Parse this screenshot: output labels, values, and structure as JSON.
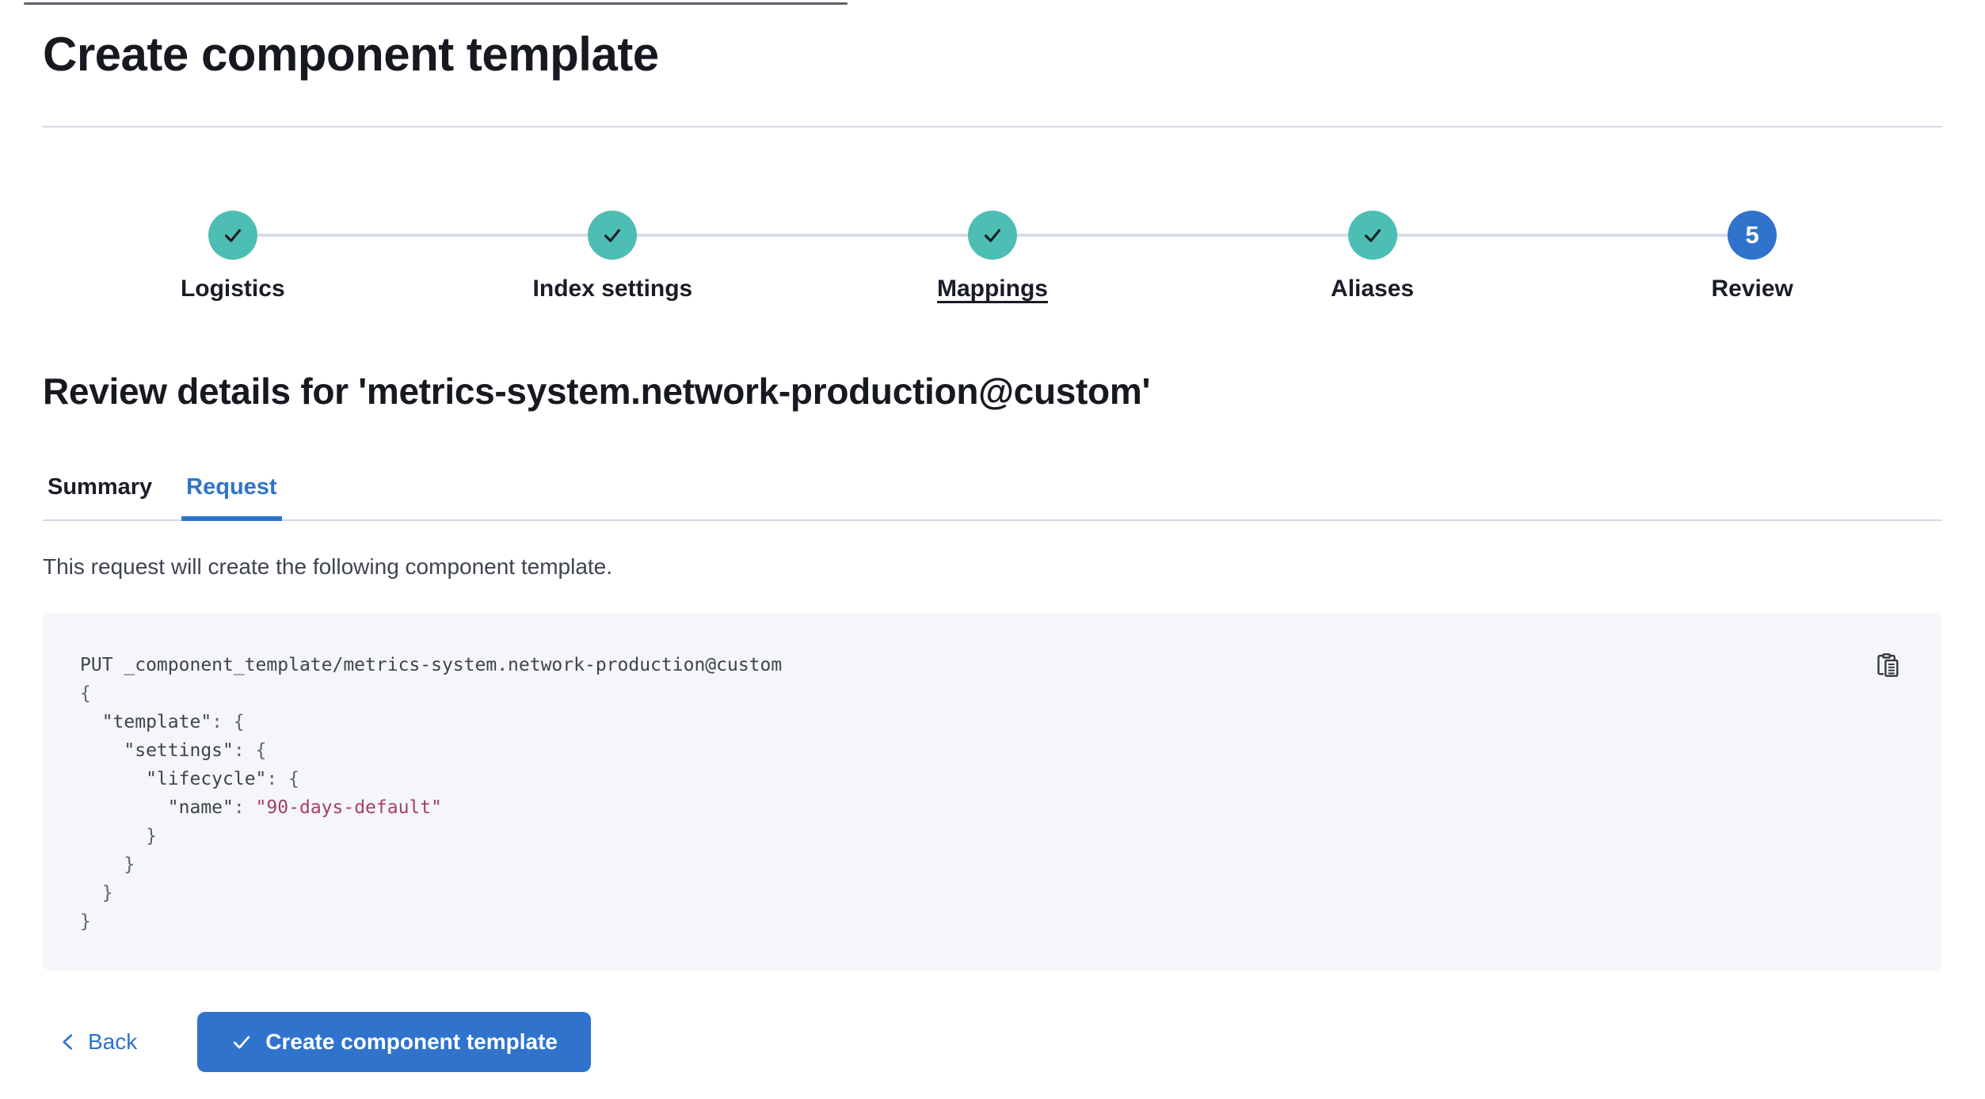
{
  "page": {
    "title": "Create component template"
  },
  "stepper": {
    "steps": [
      {
        "label": "Logistics",
        "status": "complete",
        "icon": "check-icon"
      },
      {
        "label": "Index settings",
        "status": "complete",
        "icon": "check-icon"
      },
      {
        "label": "Mappings",
        "status": "complete",
        "icon": "check-icon",
        "underlined": true
      },
      {
        "label": "Aliases",
        "status": "complete",
        "icon": "check-icon"
      },
      {
        "label": "Review",
        "status": "current",
        "number": "5"
      }
    ]
  },
  "review": {
    "heading": "Review details for 'metrics-system.network-production@custom'",
    "tabs": [
      {
        "label": "Summary",
        "active": false
      },
      {
        "label": "Request",
        "active": true
      }
    ],
    "description": "This request will create the following component template."
  },
  "code": {
    "copy_icon": "copy-clipboard-icon",
    "lines": [
      [
        {
          "t": "PUT _component_template/metrics-system.network-production@custom",
          "c": "plain"
        }
      ],
      [
        {
          "t": "{",
          "c": "punct"
        }
      ],
      [
        {
          "t": "  \"template\"",
          "c": "plain"
        },
        {
          "t": ": {",
          "c": "punct"
        }
      ],
      [
        {
          "t": "    \"settings\"",
          "c": "plain"
        },
        {
          "t": ": {",
          "c": "punct"
        }
      ],
      [
        {
          "t": "      \"lifecycle\"",
          "c": "plain"
        },
        {
          "t": ": {",
          "c": "punct"
        }
      ],
      [
        {
          "t": "        \"name\"",
          "c": "plain"
        },
        {
          "t": ": ",
          "c": "punct"
        },
        {
          "t": "\"90-days-default\"",
          "c": "string"
        }
      ],
      [
        {
          "t": "      }",
          "c": "punct"
        }
      ],
      [
        {
          "t": "    }",
          "c": "punct"
        }
      ],
      [
        {
          "t": "  }",
          "c": "punct"
        }
      ],
      [
        {
          "t": "}",
          "c": "punct"
        }
      ]
    ]
  },
  "footer": {
    "back_label": "Back",
    "back_icon": "chevron-left-icon",
    "create_label": "Create component template",
    "create_icon": "check-icon"
  },
  "colors": {
    "primary": "#2F73CC",
    "success": "#4DBEB4",
    "divider": "#D3DAE6",
    "code_background": "#F5F6FA",
    "code_string": "#A73E6C",
    "heading_text": "#16191f",
    "body_text": "#3E4450"
  }
}
